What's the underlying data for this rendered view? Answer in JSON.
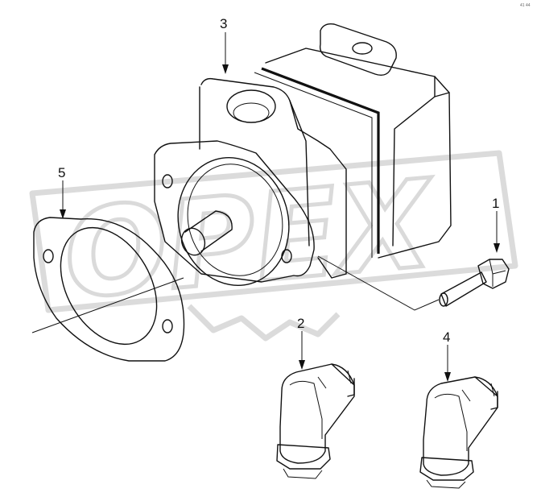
{
  "watermark": {
    "text": "OPEX"
  },
  "corner_mark": "41 44",
  "callouts": [
    {
      "number": "1",
      "part": "bolt"
    },
    {
      "number": "2",
      "part": "elbow-fitting"
    },
    {
      "number": "3",
      "part": "pump"
    },
    {
      "number": "4",
      "part": "elbow-fitting"
    },
    {
      "number": "5",
      "part": "gasket"
    }
  ]
}
